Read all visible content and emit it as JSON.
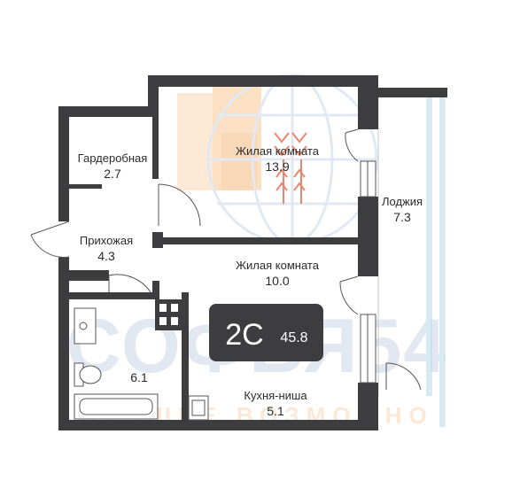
{
  "watermark": {
    "brand": "СОФЬЯ54",
    "slogan": "ЛУЧШЕЕ ВОЗМОЖНО"
  },
  "rooms": [
    {
      "id": "wardrobe",
      "label": "Гардеробная",
      "area": "2.7"
    },
    {
      "id": "living1",
      "label": "Жилая комната",
      "area": "13.9"
    },
    {
      "id": "loggia",
      "label": "Лоджия",
      "area": "7.3"
    },
    {
      "id": "hallway",
      "label": "Прихожая",
      "area": "4.3"
    },
    {
      "id": "living2",
      "label": "Жилая комната",
      "area": "10.0"
    },
    {
      "id": "bathroom",
      "label": "",
      "area": "6.1"
    },
    {
      "id": "kitchen",
      "label": "Кухня-ниша",
      "area": "5.1"
    }
  ],
  "badge": {
    "type": "2С",
    "total_area": "45.8"
  },
  "colors": {
    "wall": "#3d3d3f",
    "badge_bg": "#3d3d3f",
    "glass": "#cfe6ef",
    "watermark_blue": "#dfe6f0",
    "watermark_orange": "#fbe6d2",
    "watermark_red": "#d9462b"
  }
}
